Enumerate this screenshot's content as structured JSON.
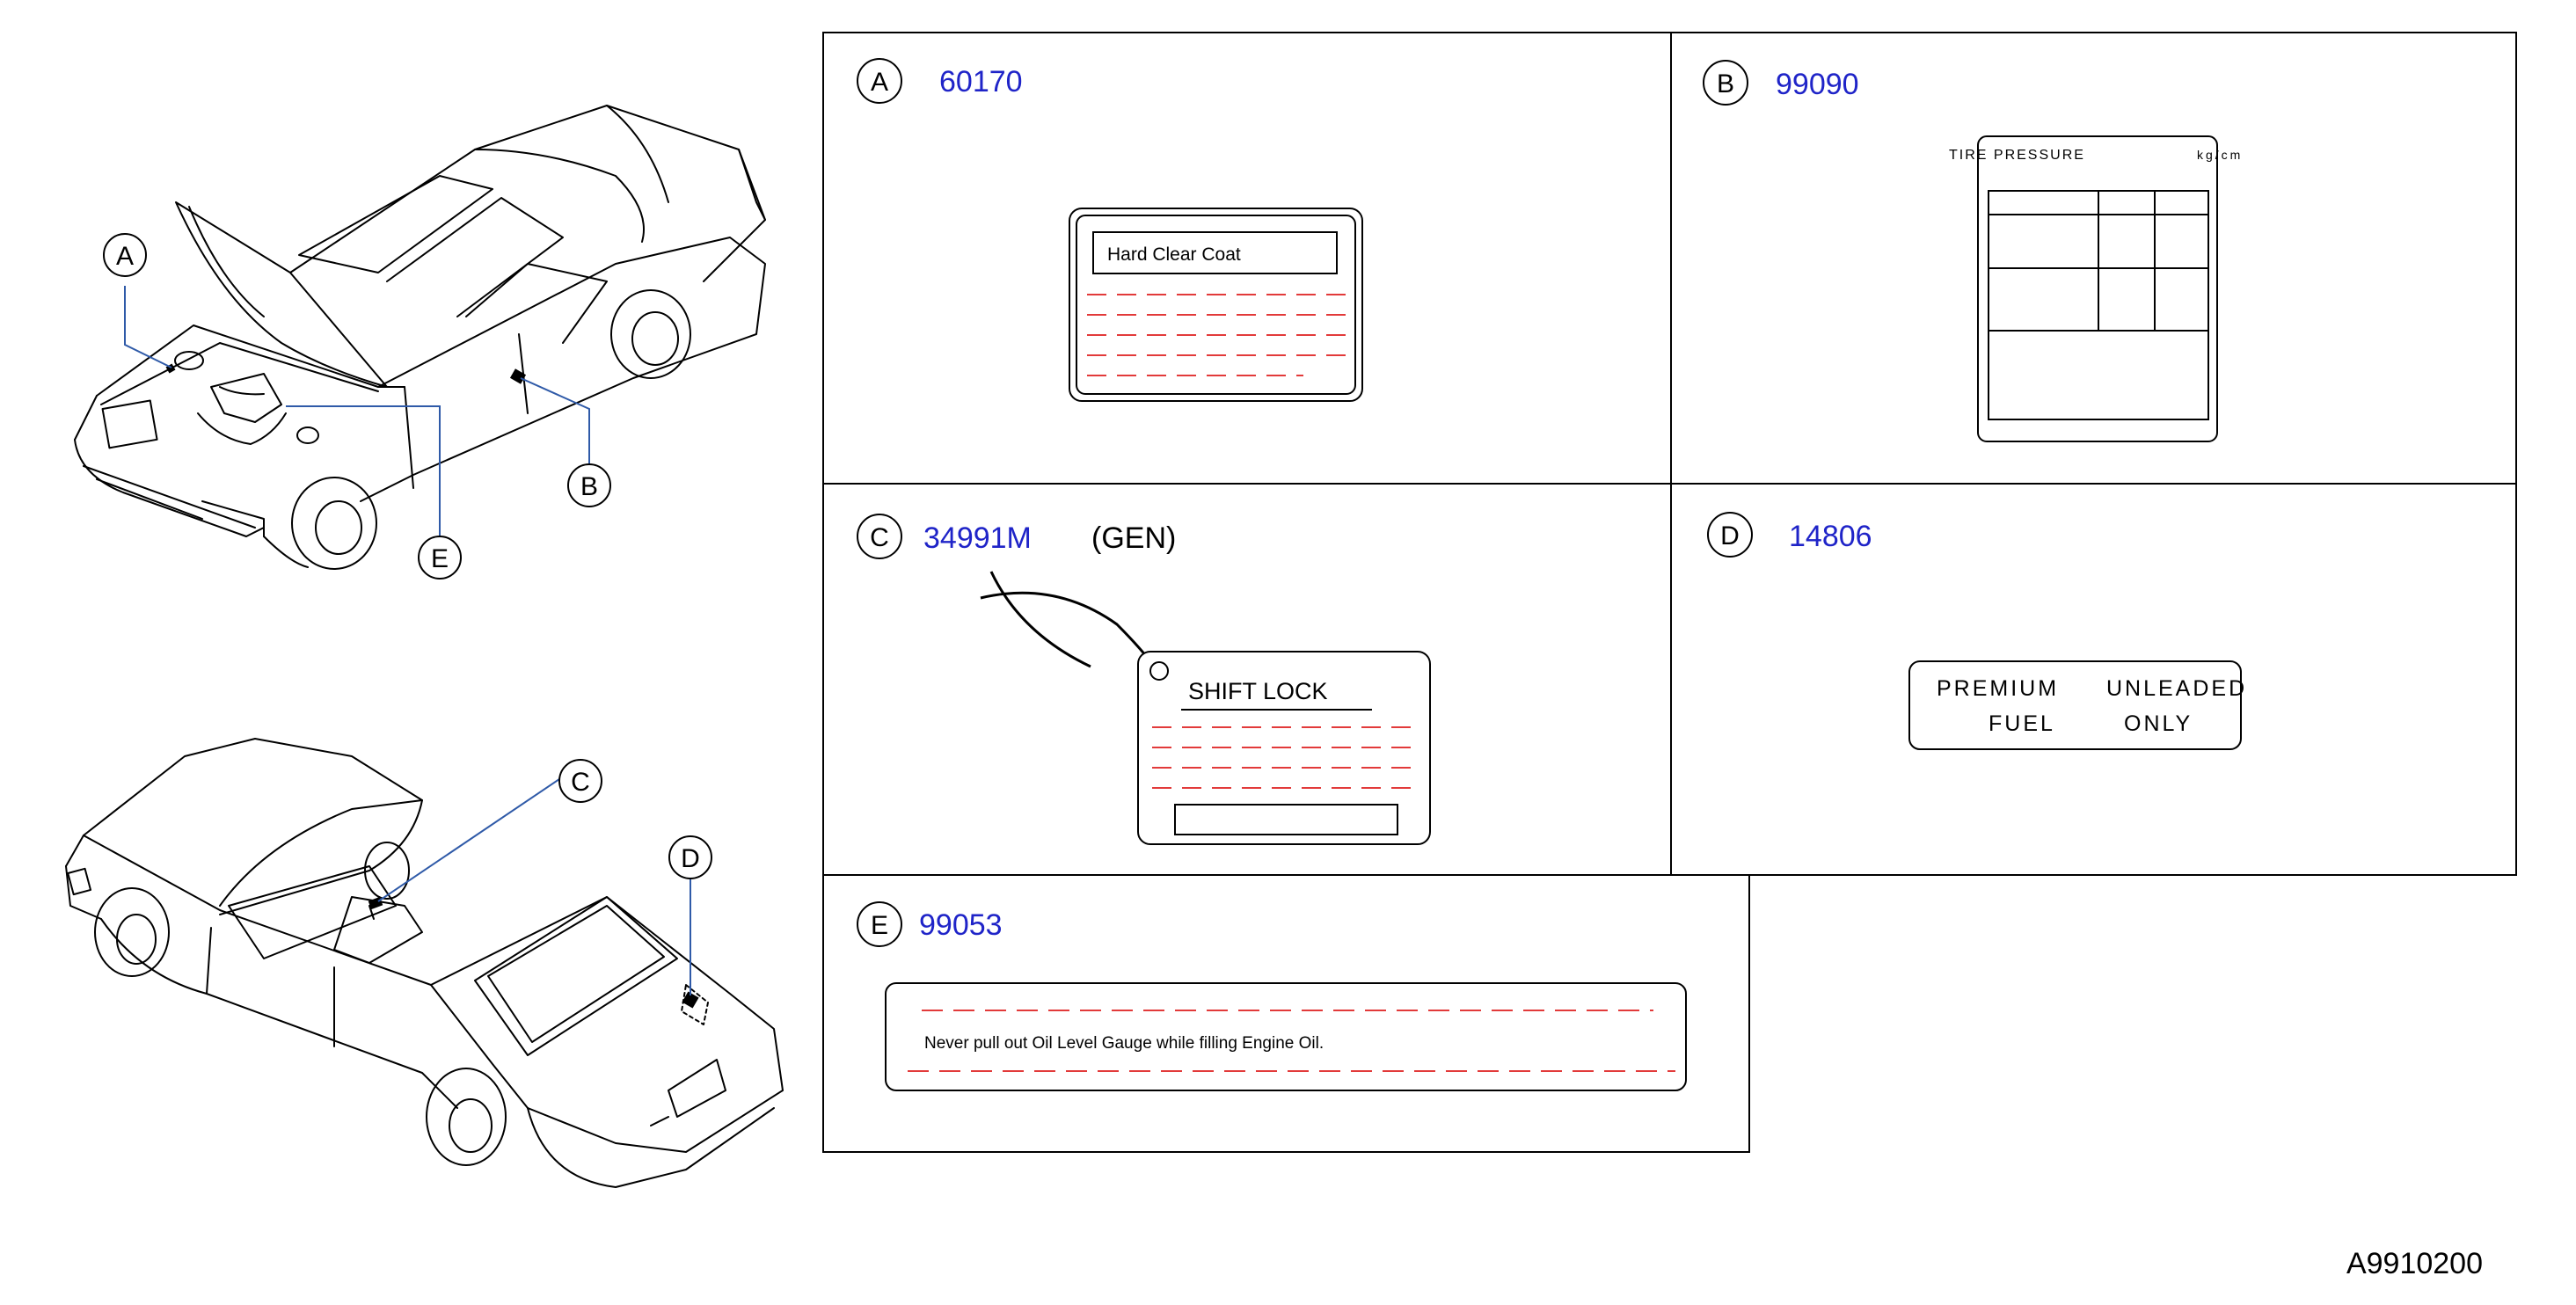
{
  "callouts": {
    "A": "A",
    "B": "B",
    "C": "C",
    "D": "D",
    "E": "E"
  },
  "panels": {
    "A": {
      "letter": "A",
      "part_number": "60170",
      "label_title": "Hard   Clear   Coat"
    },
    "B": {
      "letter": "B",
      "part_number": "99090",
      "label_title": "TIRE    PRESSURE",
      "label_unit": "kg/cm"
    },
    "C": {
      "letter": "C",
      "part_number": "34991M",
      "suffix": "(GEN)",
      "label_title": "SHIFT   LOCK"
    },
    "D": {
      "letter": "D",
      "part_number": "14806",
      "line1_left": "PREMIUM",
      "line1_right": "UNLEADED",
      "line2_left": "FUEL",
      "line2_right": "ONLY"
    },
    "E": {
      "letter": "E",
      "part_number": "99053",
      "label_text": "Never   pull   out   Oil   Level   Gauge   while   filling   Engine   Oil."
    }
  },
  "document_id": "A9910200",
  "colors": {
    "part_number": "#1f24c8",
    "dash": "#e23a3a",
    "leader": "#2f5aa8",
    "line": "#000000"
  }
}
